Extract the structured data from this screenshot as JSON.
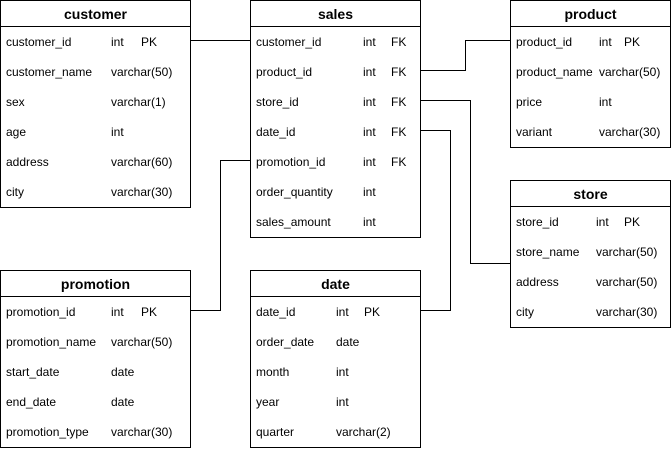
{
  "tables": {
    "customer": {
      "name": "customer",
      "columns": [
        {
          "name": "customer_id",
          "type": "int",
          "key": "PK"
        },
        {
          "name": "customer_name",
          "type": "varchar(50)",
          "key": ""
        },
        {
          "name": "sex",
          "type": "varchar(1)",
          "key": ""
        },
        {
          "name": "age",
          "type": "int",
          "key": ""
        },
        {
          "name": "address",
          "type": "varchar(60)",
          "key": ""
        },
        {
          "name": "city",
          "type": "varchar(30)",
          "key": ""
        }
      ]
    },
    "sales": {
      "name": "sales",
      "columns": [
        {
          "name": "customer_id",
          "type": "int",
          "key": "FK"
        },
        {
          "name": "product_id",
          "type": "int",
          "key": "FK"
        },
        {
          "name": "store_id",
          "type": "int",
          "key": "FK"
        },
        {
          "name": "date_id",
          "type": "int",
          "key": "FK"
        },
        {
          "name": "promotion_id",
          "type": "int",
          "key": "FK"
        },
        {
          "name": "order_quantity",
          "type": "int",
          "key": ""
        },
        {
          "name": "sales_amount",
          "type": "int",
          "key": ""
        }
      ]
    },
    "product": {
      "name": "product",
      "columns": [
        {
          "name": "product_id",
          "type": "int",
          "key": "PK"
        },
        {
          "name": "product_name",
          "type": "varchar(50)",
          "key": ""
        },
        {
          "name": "price",
          "type": "int",
          "key": ""
        },
        {
          "name": "variant",
          "type": "varchar(30)",
          "key": ""
        }
      ]
    },
    "store": {
      "name": "store",
      "columns": [
        {
          "name": "store_id",
          "type": "int",
          "key": "PK"
        },
        {
          "name": "store_name",
          "type": "varchar(50)",
          "key": ""
        },
        {
          "name": "address",
          "type": "varchar(50)",
          "key": ""
        },
        {
          "name": "city",
          "type": "varchar(30)",
          "key": ""
        }
      ]
    },
    "promotion": {
      "name": "promotion",
      "columns": [
        {
          "name": "promotion_id",
          "type": "int",
          "key": "PK"
        },
        {
          "name": "promotion_name",
          "type": "varchar(50)",
          "key": ""
        },
        {
          "name": "start_date",
          "type": "date",
          "key": ""
        },
        {
          "name": "end_date",
          "type": "date",
          "key": ""
        },
        {
          "name": "promotion_type",
          "type": "varchar(30)",
          "key": ""
        }
      ]
    },
    "date": {
      "name": "date",
      "columns": [
        {
          "name": "date_id",
          "type": "int",
          "key": "PK"
        },
        {
          "name": "order_date",
          "type": "date",
          "key": ""
        },
        {
          "name": "month",
          "type": "int",
          "key": ""
        },
        {
          "name": "year",
          "type": "int",
          "key": ""
        },
        {
          "name": "quarter",
          "type": "varchar(2)",
          "key": ""
        }
      ]
    }
  }
}
